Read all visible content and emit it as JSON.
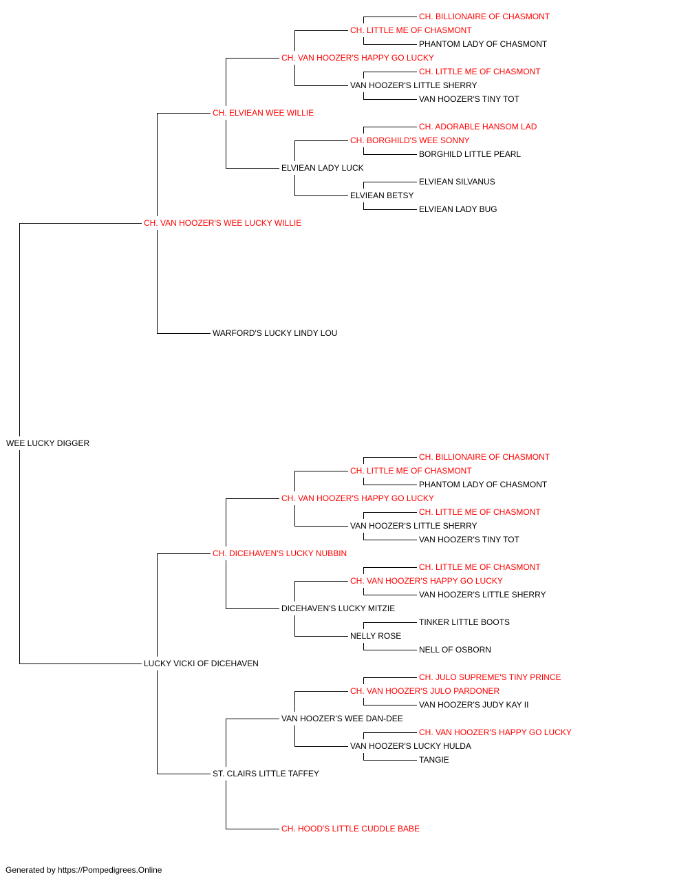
{
  "colors": {
    "champion": "#ff0000",
    "normal": "#000000",
    "line": "#000000"
  },
  "pedigree": {
    "name": "WEE LUCKY DIGGER",
    "champion": false,
    "sire": {
      "name": "CH. VAN HOOZER'S WEE LUCKY WILLIE",
      "champion": true,
      "sire": {
        "name": "CH. ELVIEAN WEE WILLIE",
        "champion": true,
        "sire": {
          "name": "CH. VAN HOOZER'S HAPPY GO LUCKY",
          "champion": true,
          "sire": {
            "name": "CH. LITTLE ME OF CHASMONT",
            "champion": true,
            "sire": {
              "name": "CH. BILLIONAIRE OF CHASMONT",
              "champion": true
            },
            "dam": {
              "name": "PHANTOM LADY OF CHASMONT",
              "champion": false
            }
          },
          "dam": {
            "name": "VAN HOOZER'S LITTLE SHERRY",
            "champion": false,
            "sire": {
              "name": "CH. LITTLE ME OF CHASMONT",
              "champion": true
            },
            "dam": {
              "name": "VAN HOOZER'S TINY TOT",
              "champion": false
            }
          }
        },
        "dam": {
          "name": "ELVIEAN LADY LUCK",
          "champion": false,
          "sire": {
            "name": "CH. BORGHILD'S WEE SONNY",
            "champion": true,
            "sire": {
              "name": "CH. ADORABLE HANSOM LAD",
              "champion": true
            },
            "dam": {
              "name": "BORGHILD LITTLE PEARL",
              "champion": false
            }
          },
          "dam": {
            "name": "ELVIEAN BETSY",
            "champion": false,
            "sire": {
              "name": "ELVIEAN SILVANUS",
              "champion": false
            },
            "dam": {
              "name": "ELVIEAN LADY BUG",
              "champion": false
            }
          }
        }
      },
      "dam": {
        "name": "WARFORD'S LUCKY LINDY LOU",
        "champion": false
      }
    },
    "dam": {
      "name": "LUCKY VICKI OF DICEHAVEN",
      "champion": false,
      "sire": {
        "name": "CH. DICEHAVEN'S LUCKY NUBBIN",
        "champion": true,
        "sire": {
          "name": "CH. VAN HOOZER'S HAPPY GO LUCKY",
          "champion": true,
          "sire": {
            "name": "CH. LITTLE ME OF CHASMONT",
            "champion": true,
            "sire": {
              "name": "CH. BILLIONAIRE OF CHASMONT",
              "champion": true
            },
            "dam": {
              "name": "PHANTOM LADY OF CHASMONT",
              "champion": false
            }
          },
          "dam": {
            "name": "VAN HOOZER'S LITTLE SHERRY",
            "champion": false,
            "sire": {
              "name": "CH. LITTLE ME OF CHASMONT",
              "champion": true
            },
            "dam": {
              "name": "VAN HOOZER'S TINY TOT",
              "champion": false
            }
          }
        },
        "dam": {
          "name": "DICEHAVEN'S LUCKY MITZIE",
          "champion": false,
          "sire": {
            "name": "CH. VAN HOOZER'S HAPPY GO LUCKY",
            "champion": true,
            "sire": {
              "name": "CH. LITTLE ME OF CHASMONT",
              "champion": true
            },
            "dam": {
              "name": "VAN HOOZER'S LITTLE SHERRY",
              "champion": false
            }
          },
          "dam": {
            "name": "NELLY ROSE",
            "champion": false,
            "sire": {
              "name": "TINKER LITTLE BOOTS",
              "champion": false
            },
            "dam": {
              "name": "NELL OF OSBORN",
              "champion": false
            }
          }
        }
      },
      "dam": {
        "name": "ST. CLAIRS LITTLE TAFFEY",
        "champion": false,
        "sire": {
          "name": "VAN HOOZER'S WEE DAN-DEE",
          "champion": false,
          "sire": {
            "name": "CH. VAN HOOZER'S JULO PARDONER",
            "champion": true,
            "sire": {
              "name": "CH. JULO SUPREME'S TINY PRINCE",
              "champion": true
            },
            "dam": {
              "name": "VAN HOOZER'S JUDY KAY II",
              "champion": false
            }
          },
          "dam": {
            "name": "VAN HOOZER'S LUCKY HULDA",
            "champion": false,
            "sire": {
              "name": "CH. VAN HOOZER'S HAPPY GO LUCKY",
              "champion": true
            },
            "dam": {
              "name": "TANGIE",
              "champion": false
            }
          }
        },
        "dam": {
          "name": "CH. HOOD'S LITTLE CUDDLE BABE",
          "champion": true
        }
      }
    }
  },
  "footer": "Generated by https://Pompedigrees.Online"
}
